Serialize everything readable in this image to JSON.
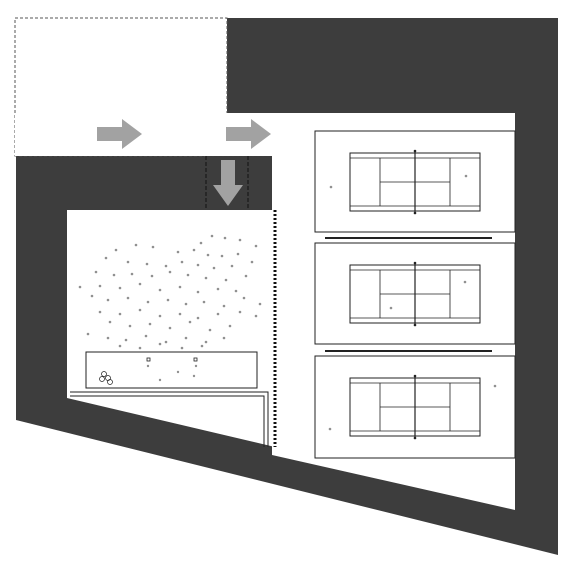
{
  "palette": {
    "wall": "#3d3d3d",
    "floor": "#ffffff",
    "line": "#222222",
    "arrow": "#a2a2a2",
    "dot": "#909090",
    "dashed": "#555555"
  },
  "arrows": [
    {
      "direction": "right"
    },
    {
      "direction": "right"
    },
    {
      "direction": "down"
    }
  ],
  "courts": [
    {
      "type": "tennis-court"
    },
    {
      "type": "tennis-court"
    },
    {
      "type": "tennis-court"
    }
  ],
  "seating": {
    "type": "scattered-dots"
  }
}
